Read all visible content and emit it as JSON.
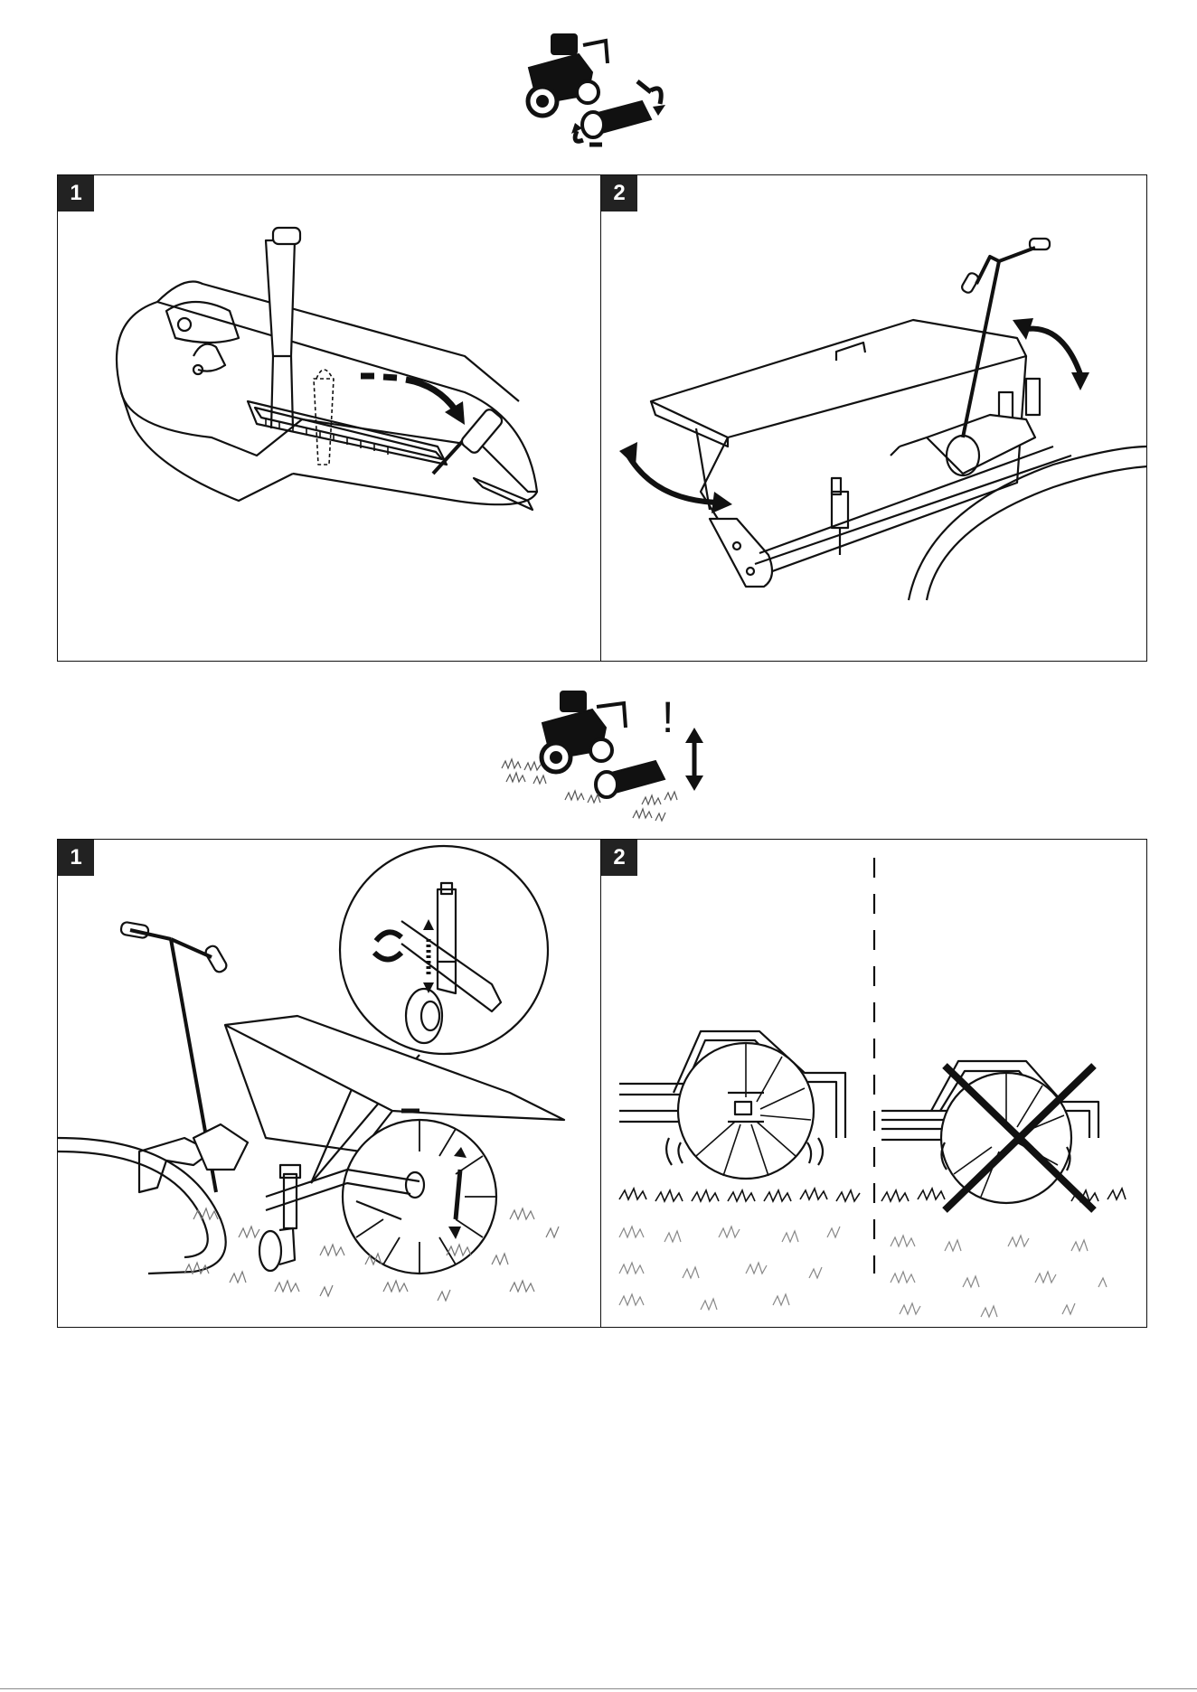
{
  "section1": {
    "steps": [
      {
        "number": "1",
        "scene": "tractor-console-lever"
      },
      {
        "number": "2",
        "scene": "scarifier-deck-raise"
      }
    ]
  },
  "section2": {
    "icon_warning": "!",
    "steps": [
      {
        "number": "1",
        "scene": "depth-wheel-adjust"
      },
      {
        "number": "2",
        "scene": "blade-depth-correct-vs-wrong"
      }
    ]
  },
  "colors": {
    "line": "#111111",
    "badge": "#222222",
    "grass": "#666666"
  },
  "icons": [
    "tractor-scarifier-icon",
    "tractor-scarifier-grass-icon",
    "curved-arrow-icon",
    "up-down-arrow-icon",
    "cross-mark-icon",
    "dashed-divider"
  ]
}
